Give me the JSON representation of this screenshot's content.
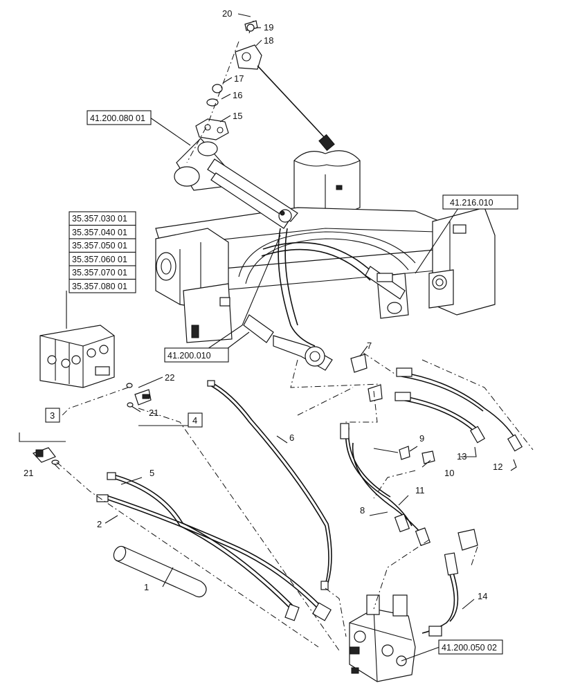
{
  "diagram": {
    "callouts": {
      "c1": "1",
      "c2": "2",
      "c3": "3",
      "c4": "4",
      "c5": "5",
      "c6": "6",
      "c7": "7",
      "c8": "8",
      "c9": "9",
      "c10": "10",
      "c11": "11",
      "c12": "12",
      "c13": "13",
      "c14": "14",
      "c15": "15",
      "c16": "16",
      "c17": "17",
      "c18": "18",
      "c19": "19",
      "c20": "20",
      "c21a": "21",
      "c21b": "21",
      "c22": "22"
    },
    "references": {
      "r_top": "41.200.080 01",
      "r_frame": "41.216.010",
      "r_axle": "41.200.010",
      "r_valve": "41.200.050 02",
      "r_list": [
        "35.357.030 01",
        "35.357.040 01",
        "35.357.050 01",
        "35.357.060 01",
        "35.357.070 01",
        "35.357.080 01"
      ]
    }
  }
}
